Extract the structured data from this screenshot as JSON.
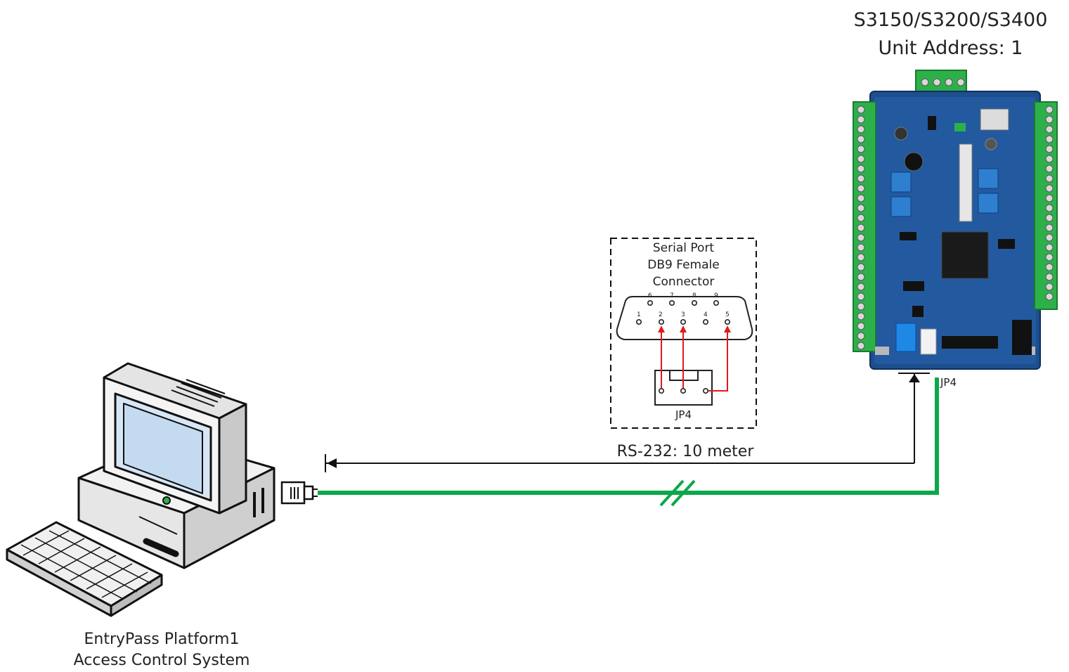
{
  "controller": {
    "model": "S3150/S3200/S3400",
    "address": "Unit Address: 1",
    "port_label": "JP4"
  },
  "connector": {
    "title_line1": "Serial Port",
    "title_line2": "DB9 Female",
    "title_line3": "Connector",
    "pins_top": [
      "6",
      "7",
      "8",
      "9"
    ],
    "pins_bottom": [
      "1",
      "2",
      "3",
      "4",
      "5"
    ],
    "header_label": "JP4"
  },
  "link": {
    "label": "RS-232: 10 meter",
    "color": "#0aa84a"
  },
  "pc": {
    "line1": "EntryPass Platform1",
    "line2": "Access Control System"
  }
}
